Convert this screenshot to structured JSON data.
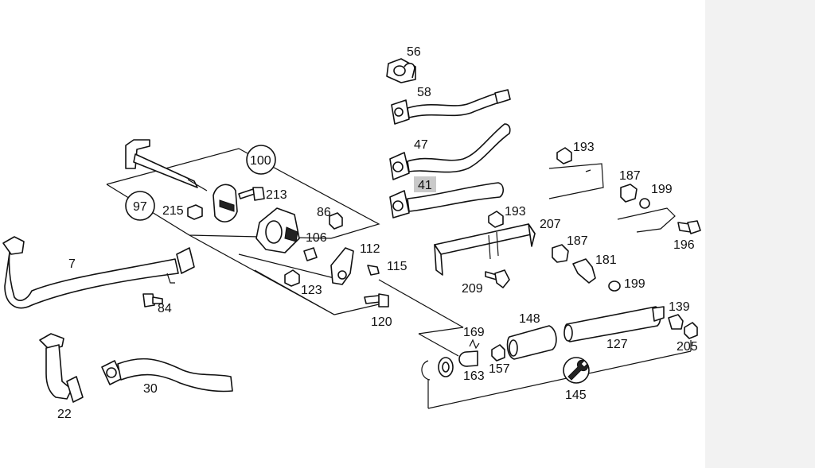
{
  "diagram": {
    "highlighted_label": "41",
    "labels": {
      "l56": "56",
      "l58": "58",
      "l47": "47",
      "l41": "41",
      "l100": "100",
      "l97": "97",
      "l215": "215",
      "l213": "213",
      "l86": "86",
      "l106": "106",
      "l112": "112",
      "l115": "115",
      "l123": "123",
      "l120": "120",
      "l7": "7",
      "l84": "84",
      "l22": "22",
      "l30": "30",
      "l193a": "193",
      "l193b": "193",
      "l207": "207",
      "l187a": "187",
      "l187b": "187",
      "l199a": "199",
      "l199b": "199",
      "l196": "196",
      "l181": "181",
      "l209": "209",
      "l148": "148",
      "l127": "127",
      "l139": "139",
      "l205": "205",
      "l169": "169",
      "l163": "163",
      "l157": "157",
      "l145": "145"
    }
  }
}
